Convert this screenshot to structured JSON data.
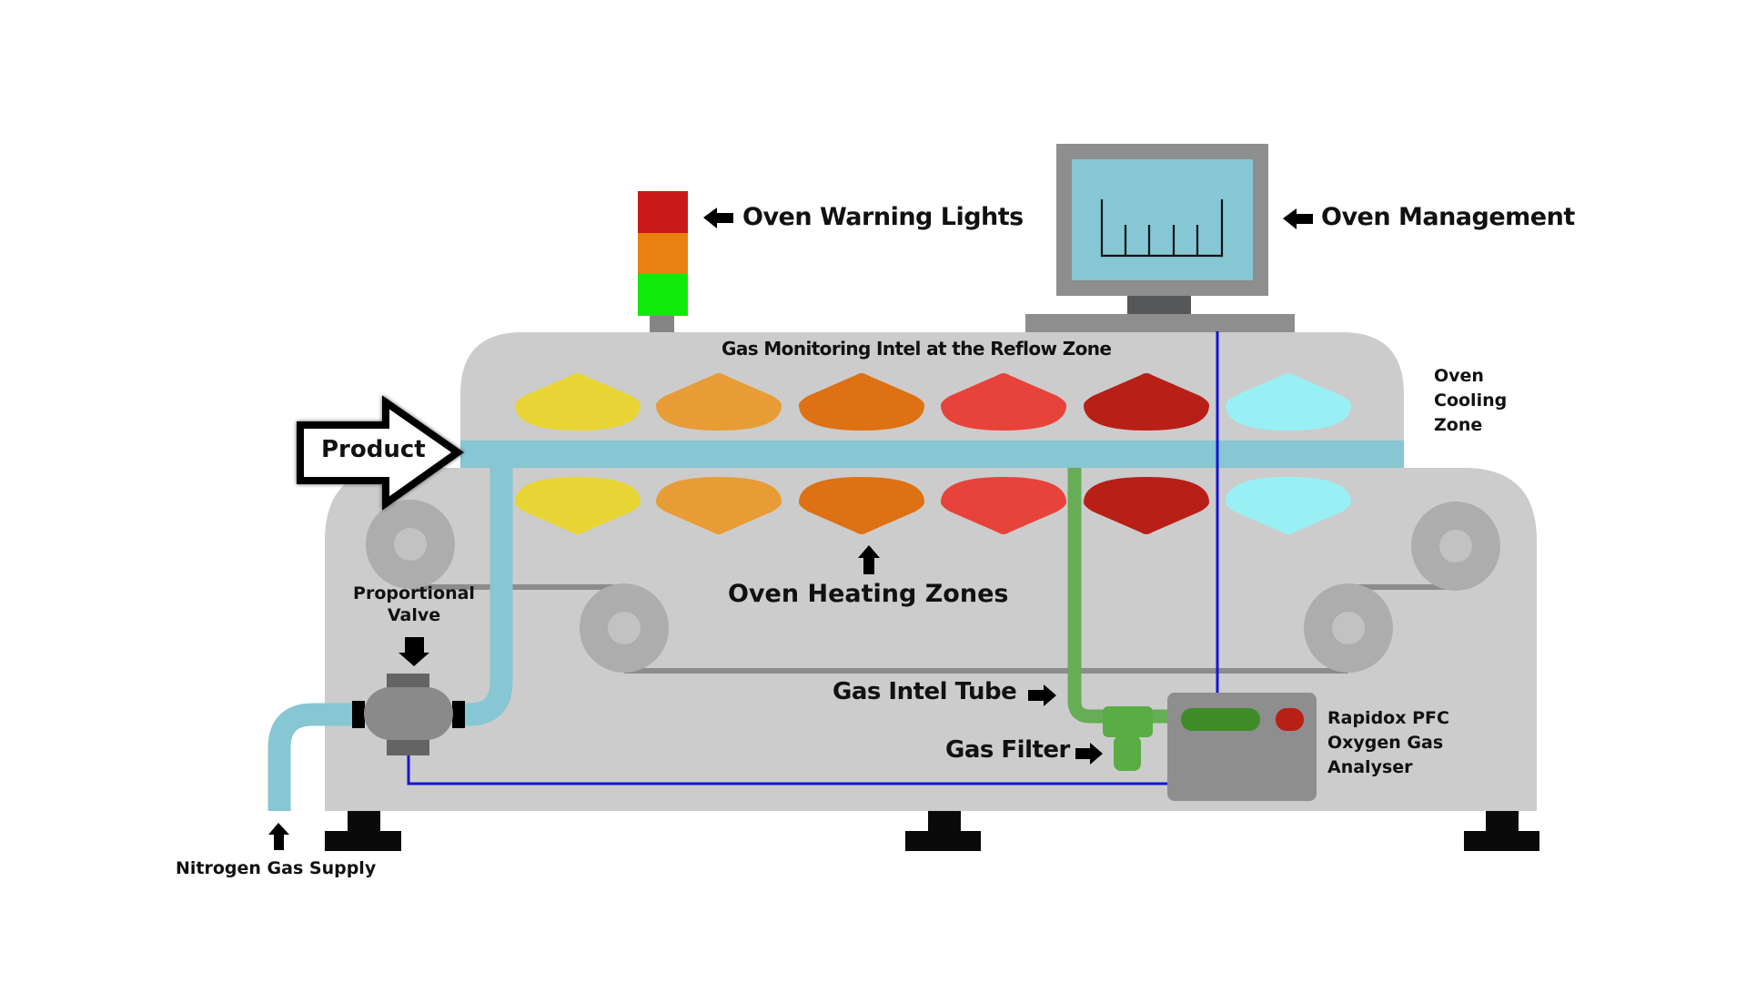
{
  "diagram": {
    "title": "Reflow oven nitrogen gas monitoring diagram",
    "labels": {
      "warning_lights": "Oven Warning Lights",
      "oven_management": "Oven Management",
      "gas_monitoring": "Gas Monitoring Intel at the Reflow Zone",
      "cooling_zone": [
        "Oven",
        "Cooling",
        "Zone"
      ],
      "product": "Product",
      "heating_zones": "Oven Heating Zones",
      "proportional_valve": [
        "Proportional",
        "Valve"
      ],
      "gas_intel_tube": "Gas Intel Tube",
      "gas_filter": "Gas Filter",
      "analyser": [
        "Rapidox PFC",
        "Oxygen Gas",
        "Analyser"
      ],
      "nitrogen_supply": "Nitrogen Gas Supply"
    },
    "warning_light_colors": [
      "#c81a1a",
      "#e8810f",
      "#12ea0c"
    ],
    "heating_zones": [
      {
        "name": "zone-1",
        "color": "#e8d435"
      },
      {
        "name": "zone-2",
        "color": "#e89c35"
      },
      {
        "name": "zone-3",
        "color": "#de7113"
      },
      {
        "name": "zone-4",
        "color": "#e8433a"
      },
      {
        "name": "zone-5",
        "color": "#b81f17"
      }
    ],
    "cooling_zone_color": "#98f0f5",
    "colors": {
      "oven_body": "#cccccc",
      "conveyor_belt": "#87c6d3",
      "nitrogen_pipe": "#87c6d3",
      "gas_intel_tube": "#66ad55",
      "signal_wire": "#1414d8",
      "monitor_frame": "#8e8e8e",
      "monitor_screen": "#87c6d3",
      "analyser_body": "#8e8e8e",
      "analyser_display": "#3f8c29",
      "analyser_led": "#b81f17",
      "roller": "#adadad",
      "feet": "#0a0a0a"
    }
  }
}
